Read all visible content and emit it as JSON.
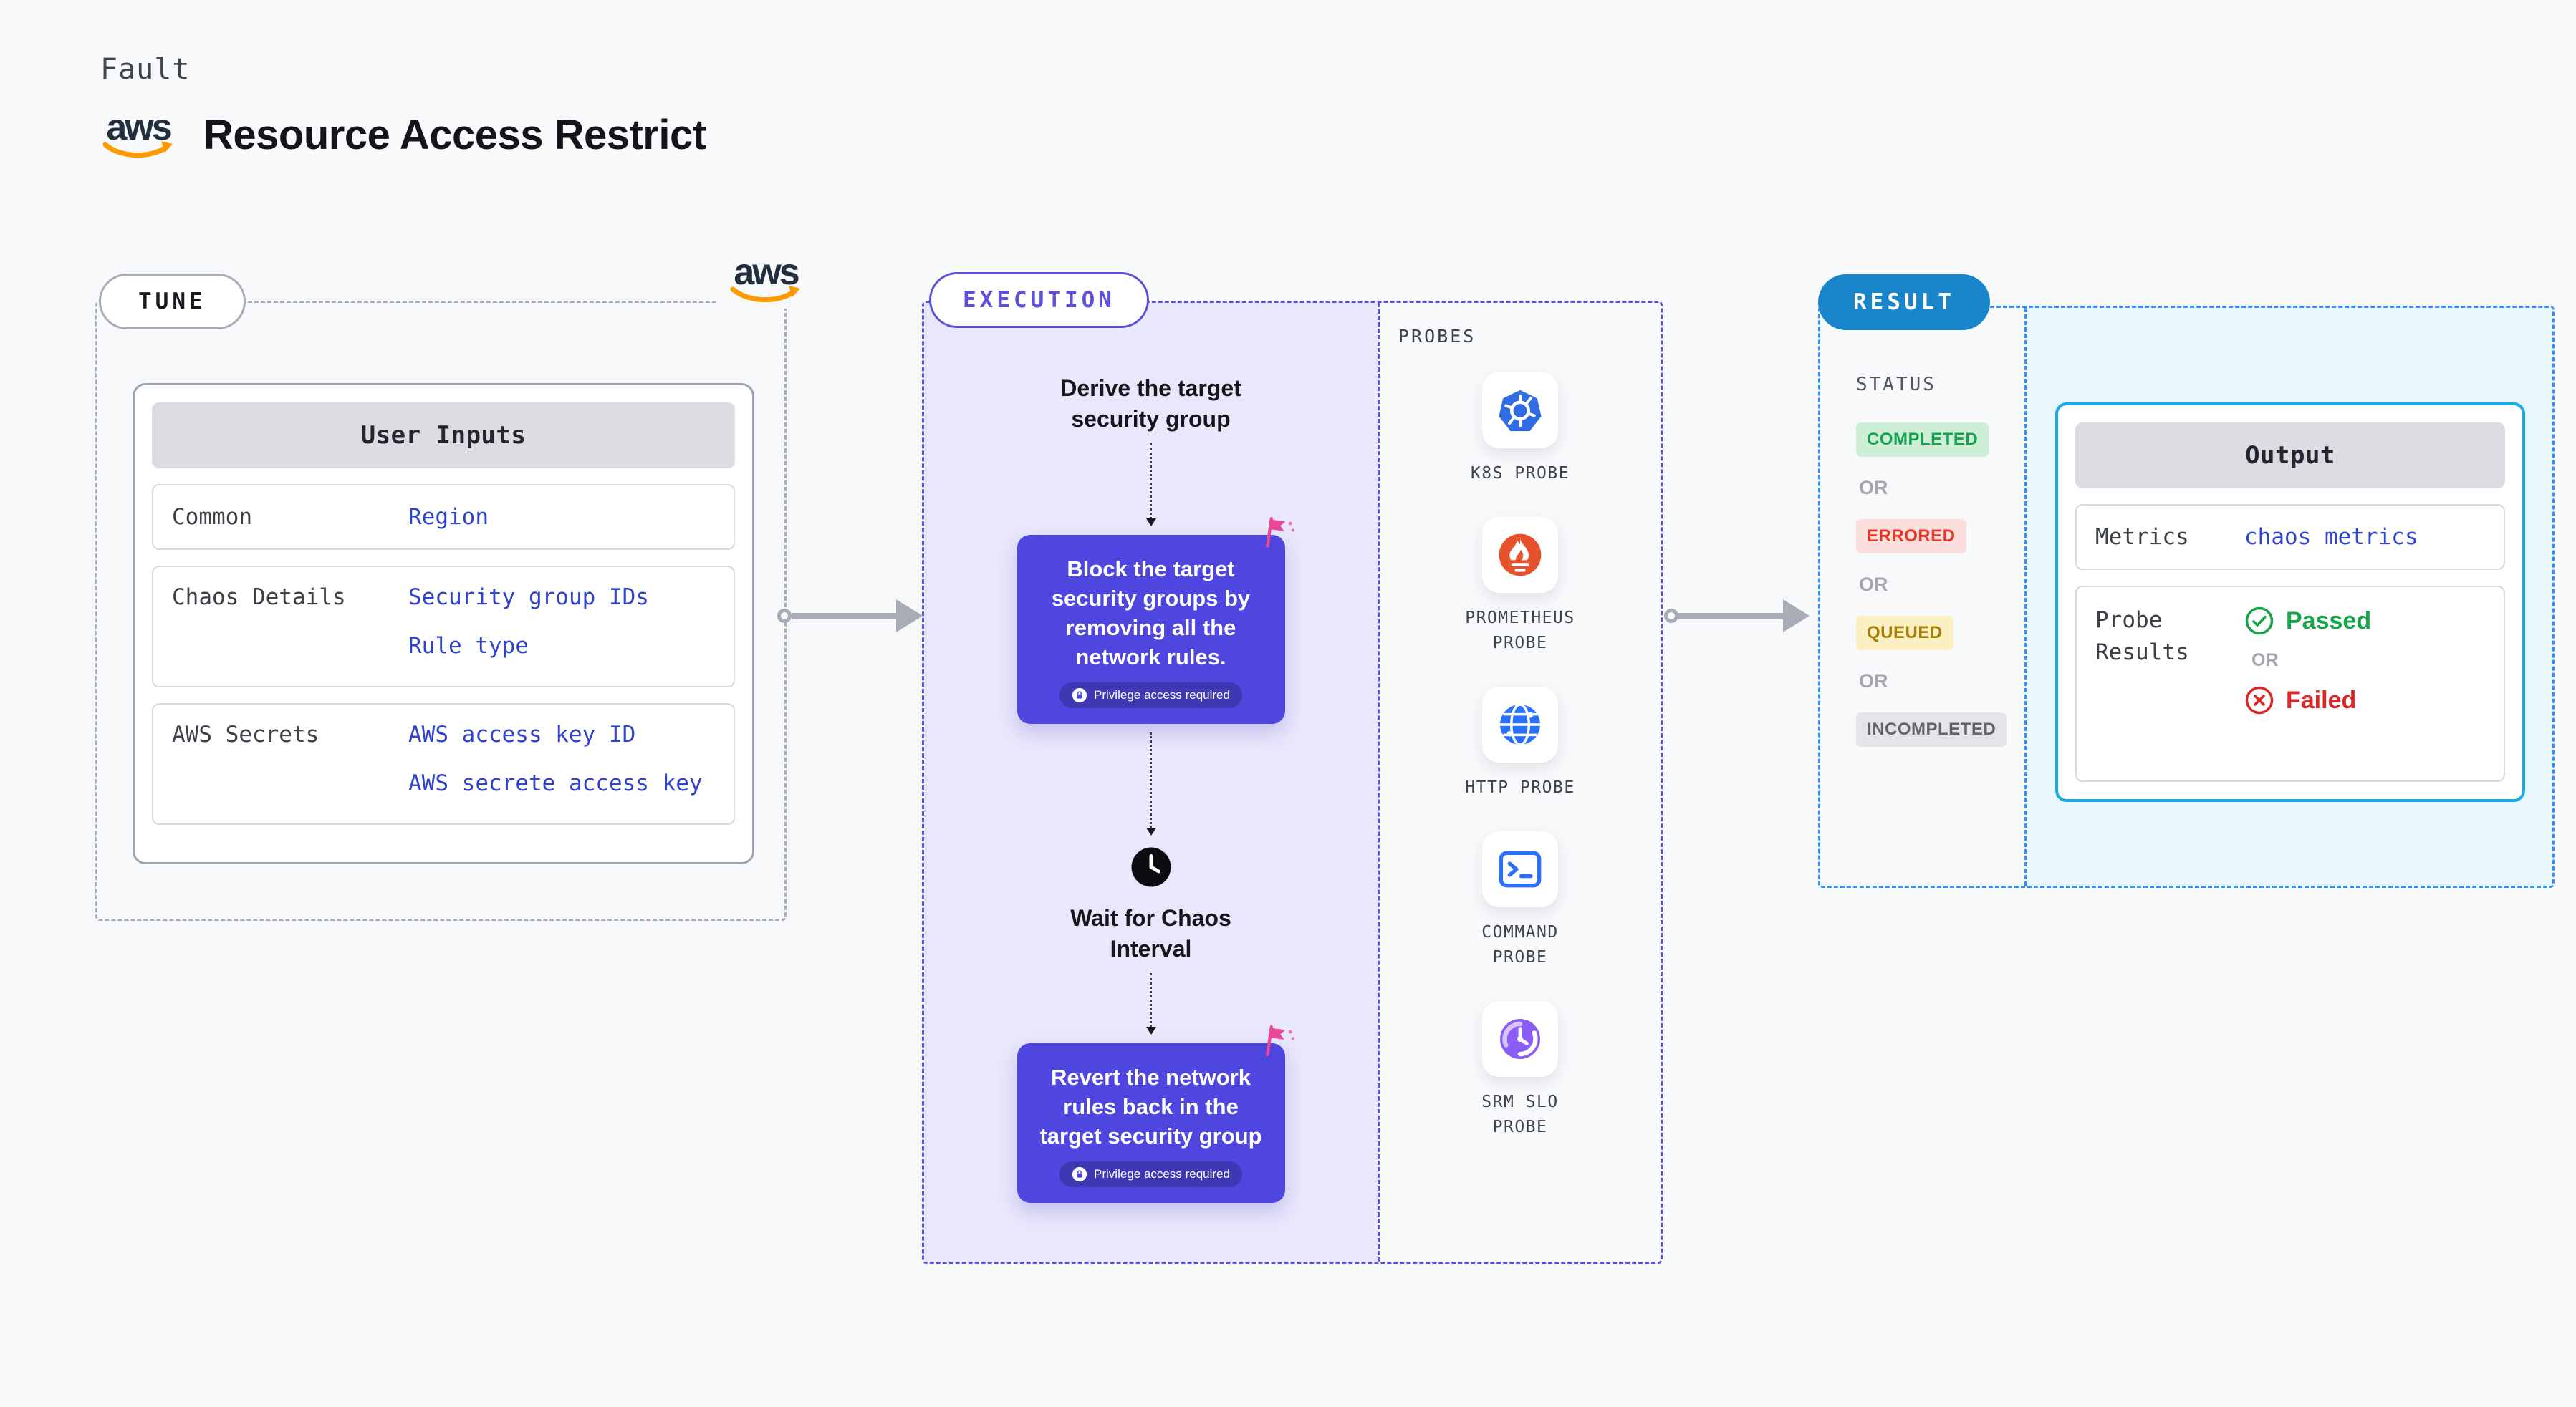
{
  "header": {
    "kicker": "Fault",
    "title": "Resource Access Restrict",
    "aws_logo_text": "aws"
  },
  "tune": {
    "pill_label": "TUNE",
    "aws_logo_text": "aws",
    "user_inputs": {
      "title": "User Inputs",
      "rows": [
        {
          "label": "Common",
          "values": [
            "Region"
          ]
        },
        {
          "label": "Chaos Details",
          "values": [
            "Security group IDs",
            "Rule type"
          ]
        },
        {
          "label": "AWS Secrets",
          "values": [
            "AWS access key ID",
            "AWS secrete access key"
          ]
        }
      ]
    }
  },
  "execution": {
    "pill_label": "EXECUTION",
    "steps": {
      "derive": "Derive the target security group",
      "block": "Block the target security groups by removing all the network rules.",
      "wait": "Wait for Chaos Interval",
      "revert": "Revert the network rules back in the target security group"
    },
    "privilege_badge": "Privilege access required"
  },
  "probes": {
    "title": "PROBES",
    "items": [
      {
        "label": "K8S PROBE",
        "icon": "kubernetes-icon"
      },
      {
        "label": "PROMETHEUS PROBE",
        "icon": "prometheus-icon"
      },
      {
        "label": "HTTP PROBE",
        "icon": "http-globe-icon"
      },
      {
        "label": "COMMAND PROBE",
        "icon": "terminal-icon"
      },
      {
        "label": "SRM SLO PROBE",
        "icon": "srm-slo-icon"
      }
    ]
  },
  "result": {
    "pill_label": "RESULT",
    "status": {
      "title": "STATUS",
      "separator": "OR",
      "badges": [
        {
          "label": "COMPLETED",
          "bg": "#CDEFD6",
          "color": "#15A251"
        },
        {
          "label": "ERRORED",
          "bg": "#FBDFDC",
          "color": "#E5382B"
        },
        {
          "label": "QUEUED",
          "bg": "#FBF0C2",
          "color": "#A87E06"
        },
        {
          "label": "INCOMPLETED",
          "bg": "#E5E5E9",
          "color": "#64646C"
        }
      ]
    },
    "output": {
      "title": "Output",
      "metrics_label": "Metrics",
      "metrics_value": "chaos metrics",
      "probe_results_label": "Probe Results",
      "passed": "Passed",
      "or": "OR",
      "failed": "Failed"
    }
  },
  "colors": {
    "page_background": "#F8F9FB",
    "accent_purple": "#4E46DF",
    "execution_dash": "#5B50DC",
    "result_dash": "#2E90FA",
    "result_pill_blue": "#1884C9",
    "output_border": "#1BA9E9",
    "link_blue": "#2F43CD",
    "aws_orange": "#FF9900",
    "passed_green": "#16A34A",
    "failed_red": "#DC2626"
  }
}
